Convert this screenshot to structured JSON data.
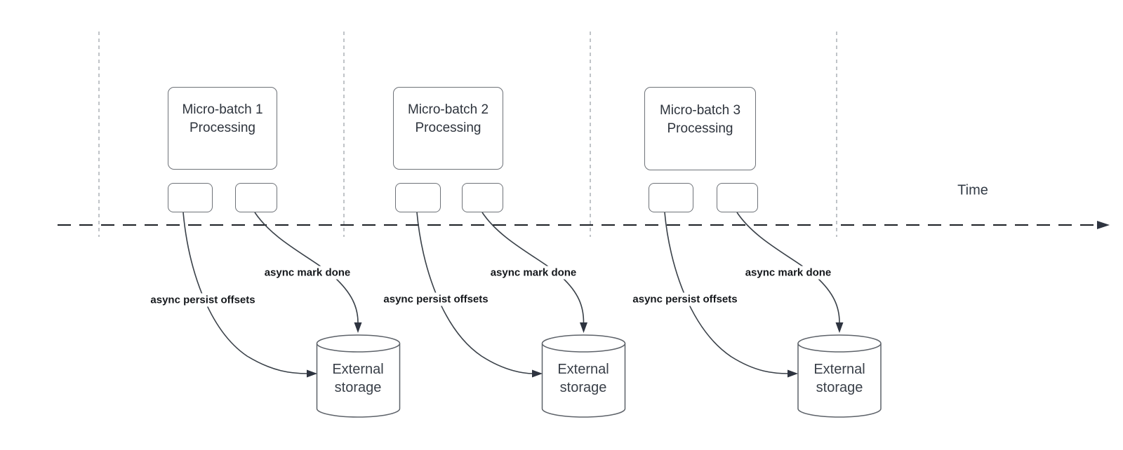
{
  "time_axis": {
    "label": "Time"
  },
  "batches": [
    {
      "title_line1": "Micro-batch 1",
      "title_line2": "Processing",
      "persist_label": "async persist offsets",
      "mark_done_label": "async mark done",
      "storage_line1": "External",
      "storage_line2": "storage"
    },
    {
      "title_line1": "Micro-batch 2",
      "title_line2": "Processing",
      "persist_label": "async persist offsets",
      "mark_done_label": "async mark done",
      "storage_line1": "External",
      "storage_line2": "storage"
    },
    {
      "title_line1": "Micro-batch 3",
      "title_line2": "Processing",
      "persist_label": "async persist offsets",
      "mark_done_label": "async mark done",
      "storage_line1": "External",
      "storage_line2": "storage"
    }
  ],
  "colors": {
    "axis_line": "#1b1f24",
    "guide_line": "#a6aab0",
    "shape_border": "#6e7278",
    "arrow_stroke": "#3a4149",
    "box_text": "#2e343d",
    "label_text": "#15181c"
  }
}
